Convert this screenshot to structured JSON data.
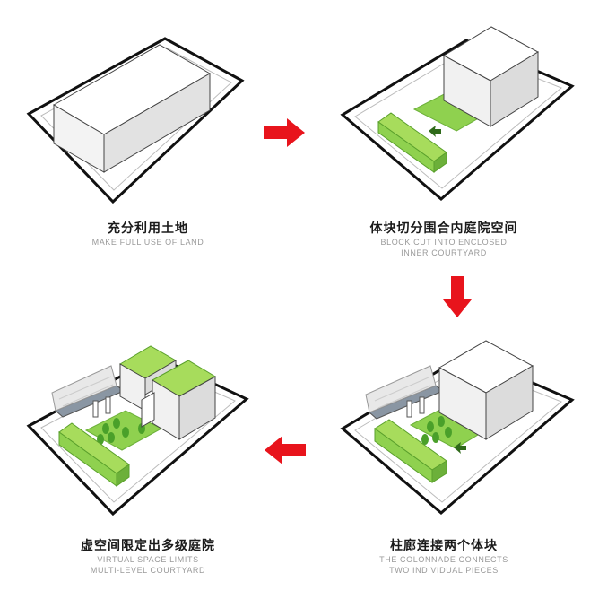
{
  "steps": [
    {
      "title_zh": "充分利用土地",
      "title_en": [
        "MAKE FULL USE OF LAND"
      ]
    },
    {
      "title_zh": "体块切分围合内庭院空间",
      "title_en": [
        "BLOCK CUT INTO ENCLOSED",
        "INNER COURTYARD"
      ]
    },
    {
      "title_zh": "柱廊连接两个体块",
      "title_en": [
        "THE COLONNADE CONNECTS",
        "TWO INDIVIDUAL PIECES"
      ]
    },
    {
      "title_zh": "虚空间限定出多级庭院",
      "title_en": [
        "VIRTUAL SPACE LIMITS",
        "MULTI-LEVEL COURTYARD"
      ]
    }
  ],
  "colors": {
    "arrow": "#e8141c",
    "green": "#8fd14f",
    "green_dark": "#5aa02c",
    "tree": "#4aa02a"
  },
  "icons": [
    "arrow-right-icon",
    "arrow-down-icon",
    "arrow-left-icon"
  ]
}
